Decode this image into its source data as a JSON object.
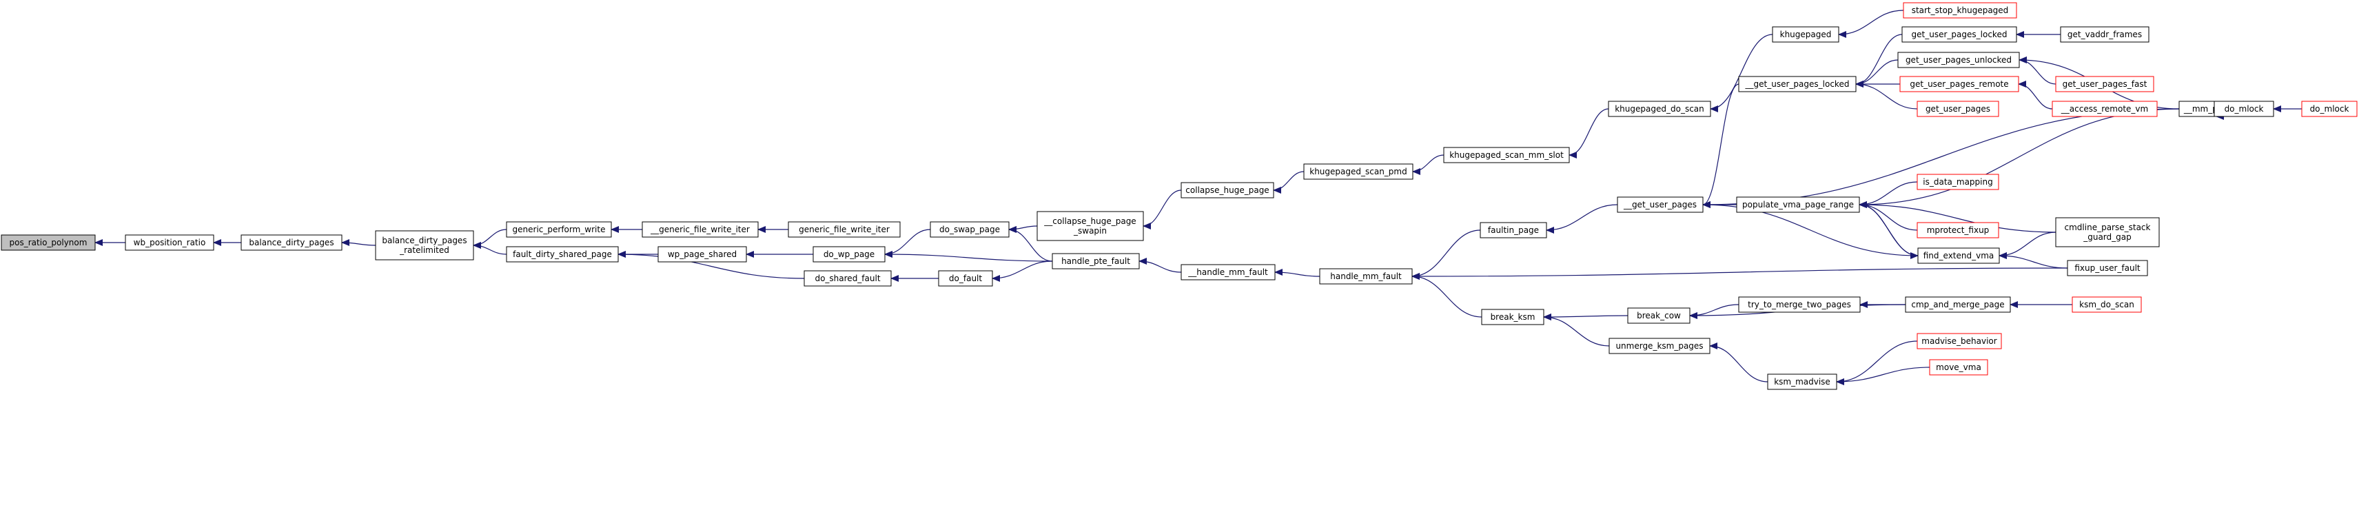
{
  "colors": {
    "edge": "#191970",
    "node_border": "#000000",
    "node_border_external": "#ff0000",
    "focus_fill": "#bfbfbf",
    "background": "#ffffff"
  },
  "nodes": [
    {
      "id": "pos_ratio_polynom",
      "lines": [
        "pos_ratio_polynom"
      ],
      "focus": true
    },
    {
      "id": "wb_position_ratio",
      "lines": [
        "wb_position_ratio"
      ]
    },
    {
      "id": "balance_dirty_pages",
      "lines": [
        "balance_dirty_pages"
      ]
    },
    {
      "id": "balance_dirty_pages_ratelimited",
      "lines": [
        "balance_dirty_pages",
        "_ratelimited"
      ]
    },
    {
      "id": "generic_perform_write",
      "lines": [
        "generic_perform_write"
      ]
    },
    {
      "id": "fault_dirty_shared_page",
      "lines": [
        "fault_dirty_shared_page"
      ]
    },
    {
      "id": "__generic_file_write_iter",
      "lines": [
        "__generic_file_write_iter"
      ]
    },
    {
      "id": "generic_file_write_iter",
      "lines": [
        "generic_file_write_iter"
      ]
    },
    {
      "id": "wp_page_shared",
      "lines": [
        "wp_page_shared"
      ]
    },
    {
      "id": "do_shared_fault",
      "lines": [
        "do_shared_fault"
      ]
    },
    {
      "id": "do_wp_page",
      "lines": [
        "do_wp_page"
      ]
    },
    {
      "id": "do_fault",
      "lines": [
        "do_fault"
      ]
    },
    {
      "id": "do_swap_page",
      "lines": [
        "do_swap_page"
      ]
    },
    {
      "id": "__collapse_huge_page_swapin",
      "lines": [
        "__collapse_huge_page",
        "_swapin"
      ]
    },
    {
      "id": "handle_pte_fault",
      "lines": [
        "handle_pte_fault"
      ]
    },
    {
      "id": "collapse_huge_page",
      "lines": [
        "collapse_huge_page"
      ]
    },
    {
      "id": "__handle_mm_fault",
      "lines": [
        "__handle_mm_fault"
      ]
    },
    {
      "id": "khugepaged_scan_pmd",
      "lines": [
        "khugepaged_scan_pmd"
      ]
    },
    {
      "id": "handle_mm_fault",
      "lines": [
        "handle_mm_fault"
      ]
    },
    {
      "id": "khugepaged_scan_mm_slot",
      "lines": [
        "khugepaged_scan_mm_slot"
      ]
    },
    {
      "id": "faultin_page",
      "lines": [
        "faultin_page"
      ]
    },
    {
      "id": "break_ksm",
      "lines": [
        "break_ksm"
      ]
    },
    {
      "id": "khugepaged_do_scan",
      "lines": [
        "khugepaged_do_scan"
      ]
    },
    {
      "id": "__get_user_pages",
      "lines": [
        "__get_user_pages"
      ]
    },
    {
      "id": "break_cow",
      "lines": [
        "break_cow"
      ]
    },
    {
      "id": "unmerge_ksm_pages",
      "lines": [
        "unmerge_ksm_pages"
      ]
    },
    {
      "id": "khugepaged",
      "lines": [
        "khugepaged"
      ]
    },
    {
      "id": "__get_user_pages_locked",
      "lines": [
        "__get_user_pages_locked"
      ]
    },
    {
      "id": "populate_vma_page_range",
      "lines": [
        "populate_vma_page_range"
      ]
    },
    {
      "id": "try_to_merge_two_pages",
      "lines": [
        "try_to_merge_two_pages"
      ]
    },
    {
      "id": "ksm_madvise",
      "lines": [
        "ksm_madvise"
      ]
    },
    {
      "id": "start_stop_khugepaged",
      "lines": [
        "start_stop_khugepaged"
      ],
      "external": true
    },
    {
      "id": "get_user_pages_locked",
      "lines": [
        "get_user_pages_locked"
      ]
    },
    {
      "id": "get_user_pages_unlocked",
      "lines": [
        "get_user_pages_unlocked"
      ]
    },
    {
      "id": "get_user_pages_remote",
      "lines": [
        "get_user_pages_remote"
      ],
      "external": true
    },
    {
      "id": "get_user_pages",
      "lines": [
        "get_user_pages"
      ],
      "external": true
    },
    {
      "id": "is_data_mapping",
      "lines": [
        "is_data_mapping"
      ],
      "external": true
    },
    {
      "id": "mprotect_fixup",
      "lines": [
        "mprotect_fixup"
      ],
      "external": true
    },
    {
      "id": "find_extend_vma",
      "lines": [
        "find_extend_vma"
      ]
    },
    {
      "id": "cmp_and_merge_page",
      "lines": [
        "cmp_and_merge_page"
      ]
    },
    {
      "id": "madvise_behavior",
      "lines": [
        "madvise_behavior"
      ],
      "external": true
    },
    {
      "id": "move_vma",
      "lines": [
        "move_vma"
      ],
      "external": true
    },
    {
      "id": "get_vaddr_frames",
      "lines": [
        "get_vaddr_frames"
      ]
    },
    {
      "id": "get_user_pages_fast",
      "lines": [
        "get_user_pages_fast"
      ],
      "external": true
    },
    {
      "id": "__access_remote_vm",
      "lines": [
        "__access_remote_vm"
      ],
      "external": true
    },
    {
      "id": "__mm_populate",
      "lines": [
        "__mm_populate"
      ]
    },
    {
      "id": "cmdline_parse_stack_guard_gap",
      "lines": [
        "cmdline_parse_stack",
        "_guard_gap"
      ]
    },
    {
      "id": "fixup_user_fault",
      "lines": [
        "fixup_user_fault"
      ]
    },
    {
      "id": "ksm_do_scan",
      "lines": [
        "ksm_do_scan"
      ],
      "external": true
    },
    {
      "id": "do_mlock",
      "lines": [
        "do_mlock"
      ]
    },
    {
      "id": "do_mlock_external",
      "lines": [
        "do_mlock"
      ],
      "external": true
    }
  ],
  "edges": [
    {
      "from": "wb_position_ratio",
      "to": "pos_ratio_polynom"
    },
    {
      "from": "balance_dirty_pages",
      "to": "wb_position_ratio"
    },
    {
      "from": "balance_dirty_pages_ratelimited",
      "to": "balance_dirty_pages"
    },
    {
      "from": "generic_perform_write",
      "to": "balance_dirty_pages_ratelimited"
    },
    {
      "from": "fault_dirty_shared_page",
      "to": "balance_dirty_pages_ratelimited"
    },
    {
      "from": "__generic_file_write_iter",
      "to": "generic_perform_write"
    },
    {
      "from": "generic_file_write_iter",
      "to": "__generic_file_write_iter"
    },
    {
      "from": "wp_page_shared",
      "to": "fault_dirty_shared_page"
    },
    {
      "from": "do_shared_fault",
      "to": "fault_dirty_shared_page"
    },
    {
      "from": "do_wp_page",
      "to": "wp_page_shared"
    },
    {
      "from": "do_fault",
      "to": "do_shared_fault"
    },
    {
      "from": "handle_pte_fault",
      "to": "do_wp_page"
    },
    {
      "from": "handle_pte_fault",
      "to": "do_fault"
    },
    {
      "from": "do_swap_page",
      "to": "do_wp_page"
    },
    {
      "from": "handle_pte_fault",
      "to": "do_swap_page"
    },
    {
      "from": "__collapse_huge_page_swapin",
      "to": "do_swap_page"
    },
    {
      "from": "collapse_huge_page",
      "to": "__collapse_huge_page_swapin"
    },
    {
      "from": "__handle_mm_fault",
      "to": "handle_pte_fault"
    },
    {
      "from": "khugepaged_scan_pmd",
      "to": "collapse_huge_page"
    },
    {
      "from": "handle_mm_fault",
      "to": "__handle_mm_fault"
    },
    {
      "from": "khugepaged_scan_mm_slot",
      "to": "khugepaged_scan_pmd"
    },
    {
      "from": "faultin_page",
      "to": "handle_mm_fault"
    },
    {
      "from": "break_ksm",
      "to": "handle_mm_fault"
    },
    {
      "from": "fixup_user_fault",
      "to": "handle_mm_fault"
    },
    {
      "from": "khugepaged_do_scan",
      "to": "khugepaged_scan_mm_slot"
    },
    {
      "from": "__get_user_pages",
      "to": "faultin_page"
    },
    {
      "from": "break_cow",
      "to": "break_ksm"
    },
    {
      "from": "unmerge_ksm_pages",
      "to": "break_ksm"
    },
    {
      "from": "khugepaged",
      "to": "khugepaged_do_scan"
    },
    {
      "from": "__get_user_pages_locked",
      "to": "__get_user_pages"
    },
    {
      "from": "populate_vma_page_range",
      "to": "__get_user_pages"
    },
    {
      "from": "__mm_populate",
      "to": "__get_user_pages"
    },
    {
      "from": "find_extend_vma",
      "to": "__get_user_pages"
    },
    {
      "from": "try_to_merge_two_pages",
      "to": "break_cow"
    },
    {
      "from": "cmp_and_merge_page",
      "to": "break_cow"
    },
    {
      "from": "ksm_madvise",
      "to": "unmerge_ksm_pages"
    },
    {
      "from": "start_stop_khugepaged",
      "to": "khugepaged"
    },
    {
      "from": "get_user_pages_locked",
      "to": "__get_user_pages_locked"
    },
    {
      "from": "get_user_pages_unlocked",
      "to": "__get_user_pages_locked"
    },
    {
      "from": "get_user_pages_remote",
      "to": "__get_user_pages_locked"
    },
    {
      "from": "get_user_pages",
      "to": "__get_user_pages_locked"
    },
    {
      "from": "is_data_mapping",
      "to": "populate_vma_page_range"
    },
    {
      "from": "mprotect_fixup",
      "to": "populate_vma_page_range"
    },
    {
      "from": "find_extend_vma",
      "to": "populate_vma_page_range"
    },
    {
      "from": "__mm_populate",
      "to": "populate_vma_page_range"
    },
    {
      "from": "cmdline_parse_stack_guard_gap",
      "to": "populate_vma_page_range"
    },
    {
      "from": "populate_vma_page_range",
      "to": "find_extend_vma"
    },
    {
      "from": "cmp_and_merge_page",
      "to": "try_to_merge_two_pages"
    },
    {
      "from": "madvise_behavior",
      "to": "ksm_madvise"
    },
    {
      "from": "move_vma",
      "to": "ksm_madvise"
    },
    {
      "from": "get_vaddr_frames",
      "to": "get_user_pages_locked"
    },
    {
      "from": "get_user_pages_fast",
      "to": "get_user_pages_unlocked"
    },
    {
      "from": "__mm_populate",
      "to": "get_user_pages_unlocked"
    },
    {
      "from": "__access_remote_vm",
      "to": "get_user_pages_remote"
    },
    {
      "from": "cmdline_parse_stack_guard_gap",
      "to": "find_extend_vma"
    },
    {
      "from": "fixup_user_fault",
      "to": "find_extend_vma"
    },
    {
      "from": "ksm_do_scan",
      "to": "cmp_and_merge_page"
    },
    {
      "from": "do_mlock",
      "to": "__mm_populate"
    },
    {
      "from": "do_mlock_external",
      "to": "do_mlock"
    }
  ]
}
